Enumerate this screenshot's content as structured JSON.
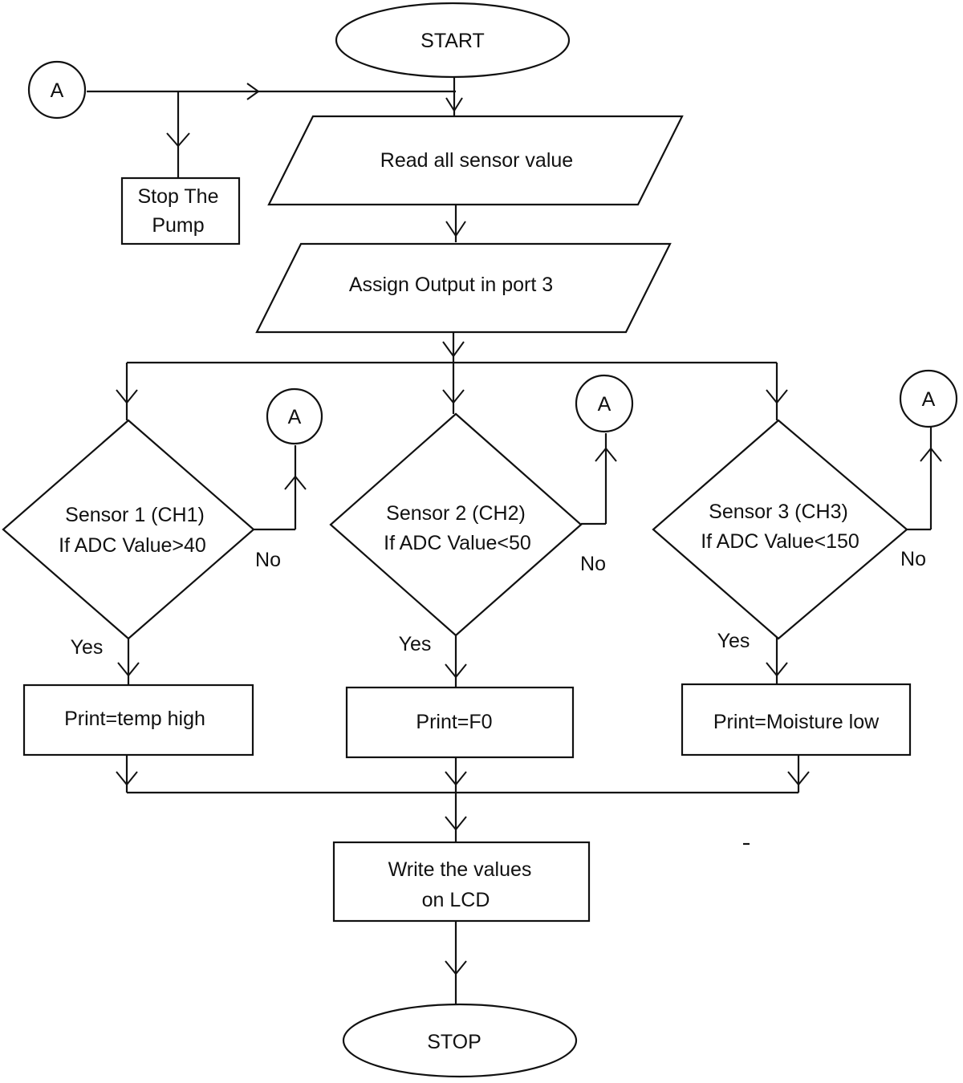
{
  "start": "START",
  "stop": "STOP",
  "connector": "A",
  "stop_pump": [
    "Stop The",
    "Pump"
  ],
  "read_sensors": "Read all sensor value",
  "assign_output": "Assign Output in port 3",
  "decisions": [
    {
      "line1": "Sensor 1 (CH1)",
      "line2": "If ADC Value>40",
      "yes": "Yes",
      "no": "No"
    },
    {
      "line1": "Sensor 2 (CH2)",
      "line2": "If ADC Value<50",
      "yes": "Yes",
      "no": "No"
    },
    {
      "line1": "Sensor 3 (CH3)",
      "line2": "If ADC Value<150",
      "yes": "Yes",
      "no": "No"
    }
  ],
  "prints": [
    "Print=temp high",
    "Print=F0",
    "Print=Moisture low"
  ],
  "write_lcd": [
    "Write the values",
    "on LCD"
  ]
}
